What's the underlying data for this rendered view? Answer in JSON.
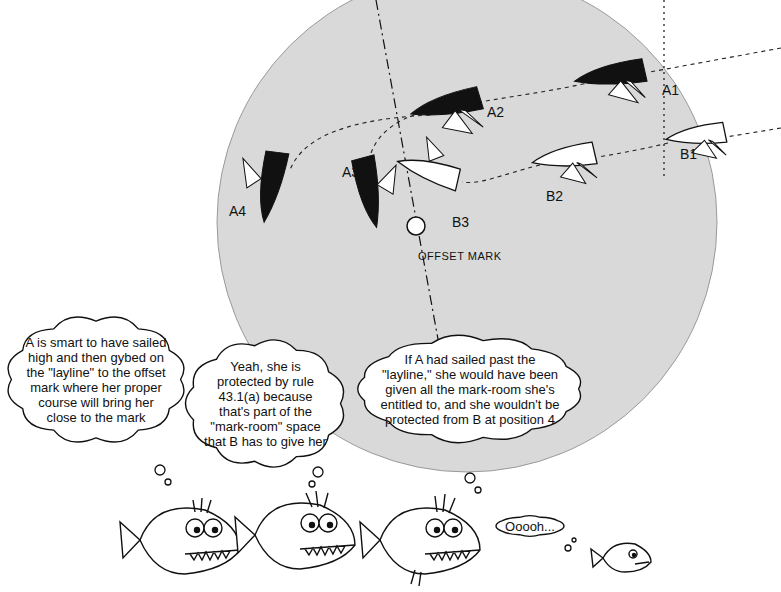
{
  "diagram": {
    "nodes": [
      {
        "text": [
          "A is smart to have sailed high and then gybed on the \"layline\" to the offset mark where her proper course will bring her close to the mark"
        ]
      },
      {
        "text": [
          "Yeah, she is protected by rule 43.1(a) because that's part of the \"mark-room\" space that B has to give her"
        ]
      },
      {
        "text": [
          "If A had sailed past the \"layline,\" she would have been given all the mark-room she's entitled to, and she wouldn't be protected from B at position 4"
        ]
      },
      {
        "text": [
          "Ooooh..."
        ]
      }
    ],
    "labels": [
      "A1",
      "A2",
      "A3",
      "A4",
      "B1",
      "B2",
      "B3",
      "OFFSET MARK"
    ]
  }
}
